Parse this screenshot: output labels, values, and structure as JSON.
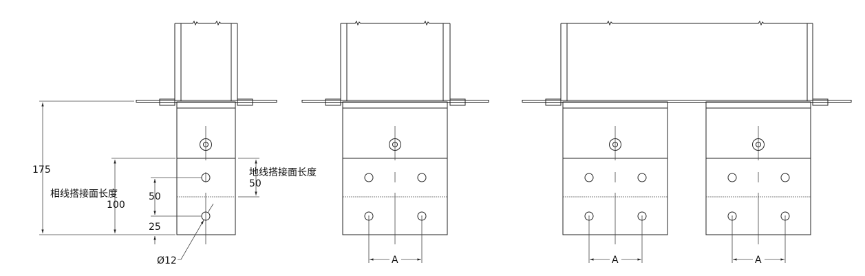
{
  "drawing": {
    "dimensions": {
      "total_height": "175",
      "phase_label": "相线搭接面长度",
      "phase_value": "100",
      "hole_pitch": "50",
      "edge_distance": "25",
      "ground_label": "地线搭接面长度",
      "ground_value": "50",
      "hole_diameter": "Ø12"
    },
    "spacing_labels": [
      "A",
      "A",
      "A"
    ],
    "line_color": "#222222"
  }
}
